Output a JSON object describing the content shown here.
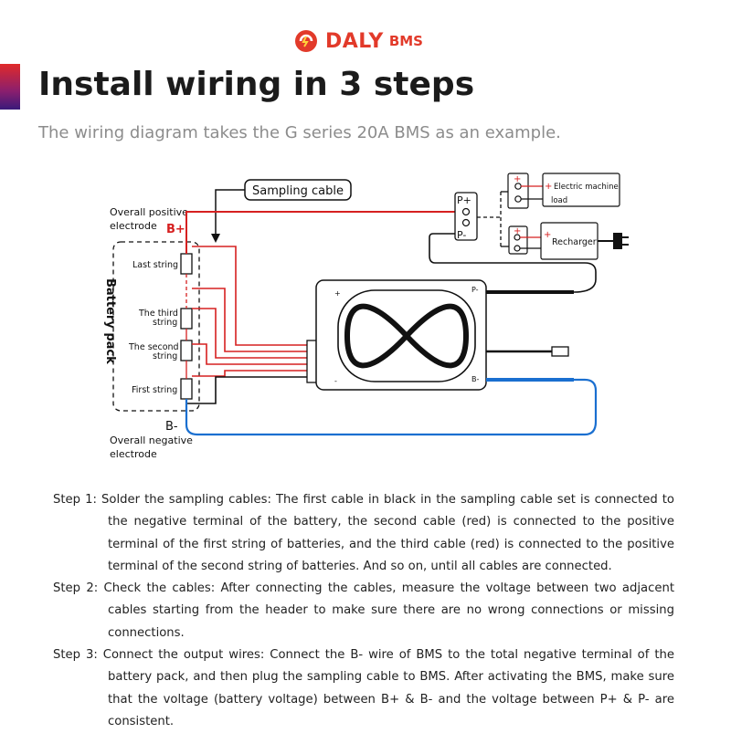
{
  "brand": {
    "name": "DALY",
    "sub": "BMS",
    "color": "#e23a2a",
    "icon": "daly-logo-icon"
  },
  "header": {
    "title": "Install wiring in 3 steps",
    "subtitle": "The wiring diagram takes the G series 20A BMS as an example."
  },
  "diagram": {
    "labels": {
      "sampling_cable": "Sampling cable",
      "overall_positive": "Overall positive",
      "electrode": "electrode",
      "b_plus": "B+",
      "b_minus": "B-",
      "overall_negative": "Overall negative",
      "battery_pack": "Battery pack",
      "last_string": "Last string",
      "third_string_1": "The third",
      "third_string_2": "string",
      "second_string_1": "The second",
      "second_string_2": "string",
      "first_string": "First string",
      "p_plus": "P+",
      "p_minus": "P-",
      "electric_machine": "Electric machine",
      "load": "load",
      "recharger": "Recharger",
      "bms_p_minus": "P-",
      "bms_b_minus": "B-",
      "plus": "+",
      "minus": "-"
    },
    "colors": {
      "positive": "#d62020",
      "negative": "#1a6fd0",
      "wire": "#111111"
    }
  },
  "steps": [
    "Step 1: Solder the sampling cables: The first cable in black in the sampling cable set is connected to the negative terminal of the battery, the second cable (red) is connected to the positive terminal of the first string of batteries, and the third cable (red) is connected to the positive terminal of the second string of batteries. And so on, until all cables are connected.",
    "Step 2: Check the cables: After connecting the cables, measure the voltage between two adjacent cables starting from the header to make sure there are no wrong connections or missing connections.",
    "Step 3: Connect the output wires: Connect the B- wire of BMS to the total negative terminal of the battery pack, and then plug the sampling cable to BMS. After activating the BMS, make sure that the voltage (battery voltage) between B+ & B- and the voltage between P+ & P- are consistent."
  ]
}
